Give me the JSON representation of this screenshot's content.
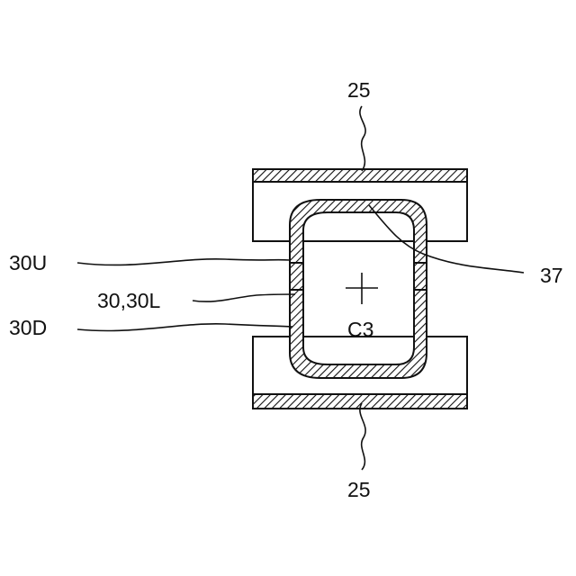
{
  "labels": {
    "top_ref": "25",
    "bottom_ref": "25",
    "upper_part": "30U",
    "lower_part": "30D",
    "member": "30,30L",
    "pipe": "37",
    "center": "C3"
  },
  "colors": {
    "ink": "#111111",
    "background": "#ffffff"
  }
}
